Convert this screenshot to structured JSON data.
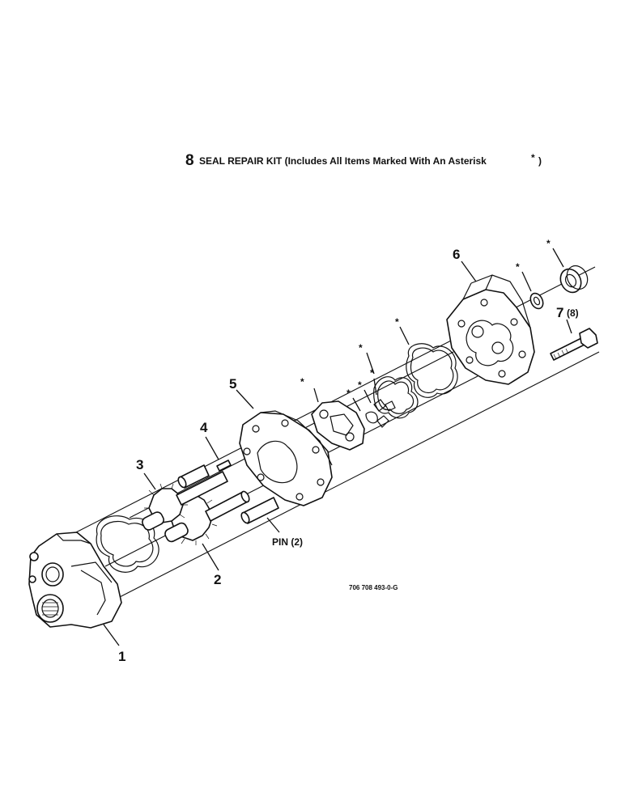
{
  "kit": {
    "number": "8",
    "text": "SEAL REPAIR KIT (Includes All Items Marked With An Asterisk",
    "asterisk": "*",
    "close": ")"
  },
  "callouts": {
    "c1": "1",
    "c2": "2",
    "c3": "3",
    "c4": "4",
    "c5": "5",
    "c6": "6",
    "c7": "7",
    "c7_qty": "(8)",
    "pin": "PIN (2)"
  },
  "asterisk_mark": "*",
  "figure_ref": "706 708 493-0-G"
}
